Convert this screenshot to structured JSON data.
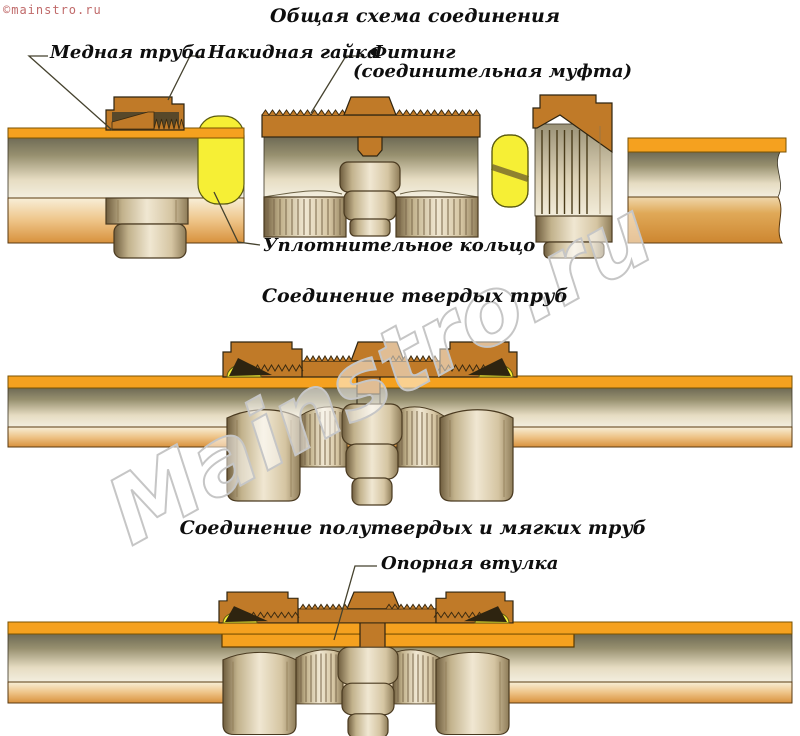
{
  "copyright": {
    "text": "©mainstro.ru"
  },
  "watermark": {
    "text": "Mainstro.ru"
  },
  "palette": {
    "copper_wall": "#f5a11f",
    "brass_body": "#c07a28",
    "metal_light": "#f0e7d2",
    "seal_yellow": "#f6ef35",
    "background": "#ffffff",
    "watermark_gray": "#c6c6c6",
    "copyright_red": "#c06a6a"
  },
  "sections": {
    "general": {
      "title": "Общая схема соединения",
      "labels": {
        "copper_pipe": "Медная труба",
        "union_nut": "Накидная гайка",
        "fitting_line1": "Фитинг",
        "fitting_line2": "(соединительная муфта)",
        "seal_ring": "Уплотнительное кольцо"
      }
    },
    "hard": {
      "title": "Соединение твердых труб"
    },
    "soft": {
      "title": "Соединение полутвердых и мягких труб",
      "labels": {
        "support_sleeve": "Опорная втулка"
      }
    }
  }
}
